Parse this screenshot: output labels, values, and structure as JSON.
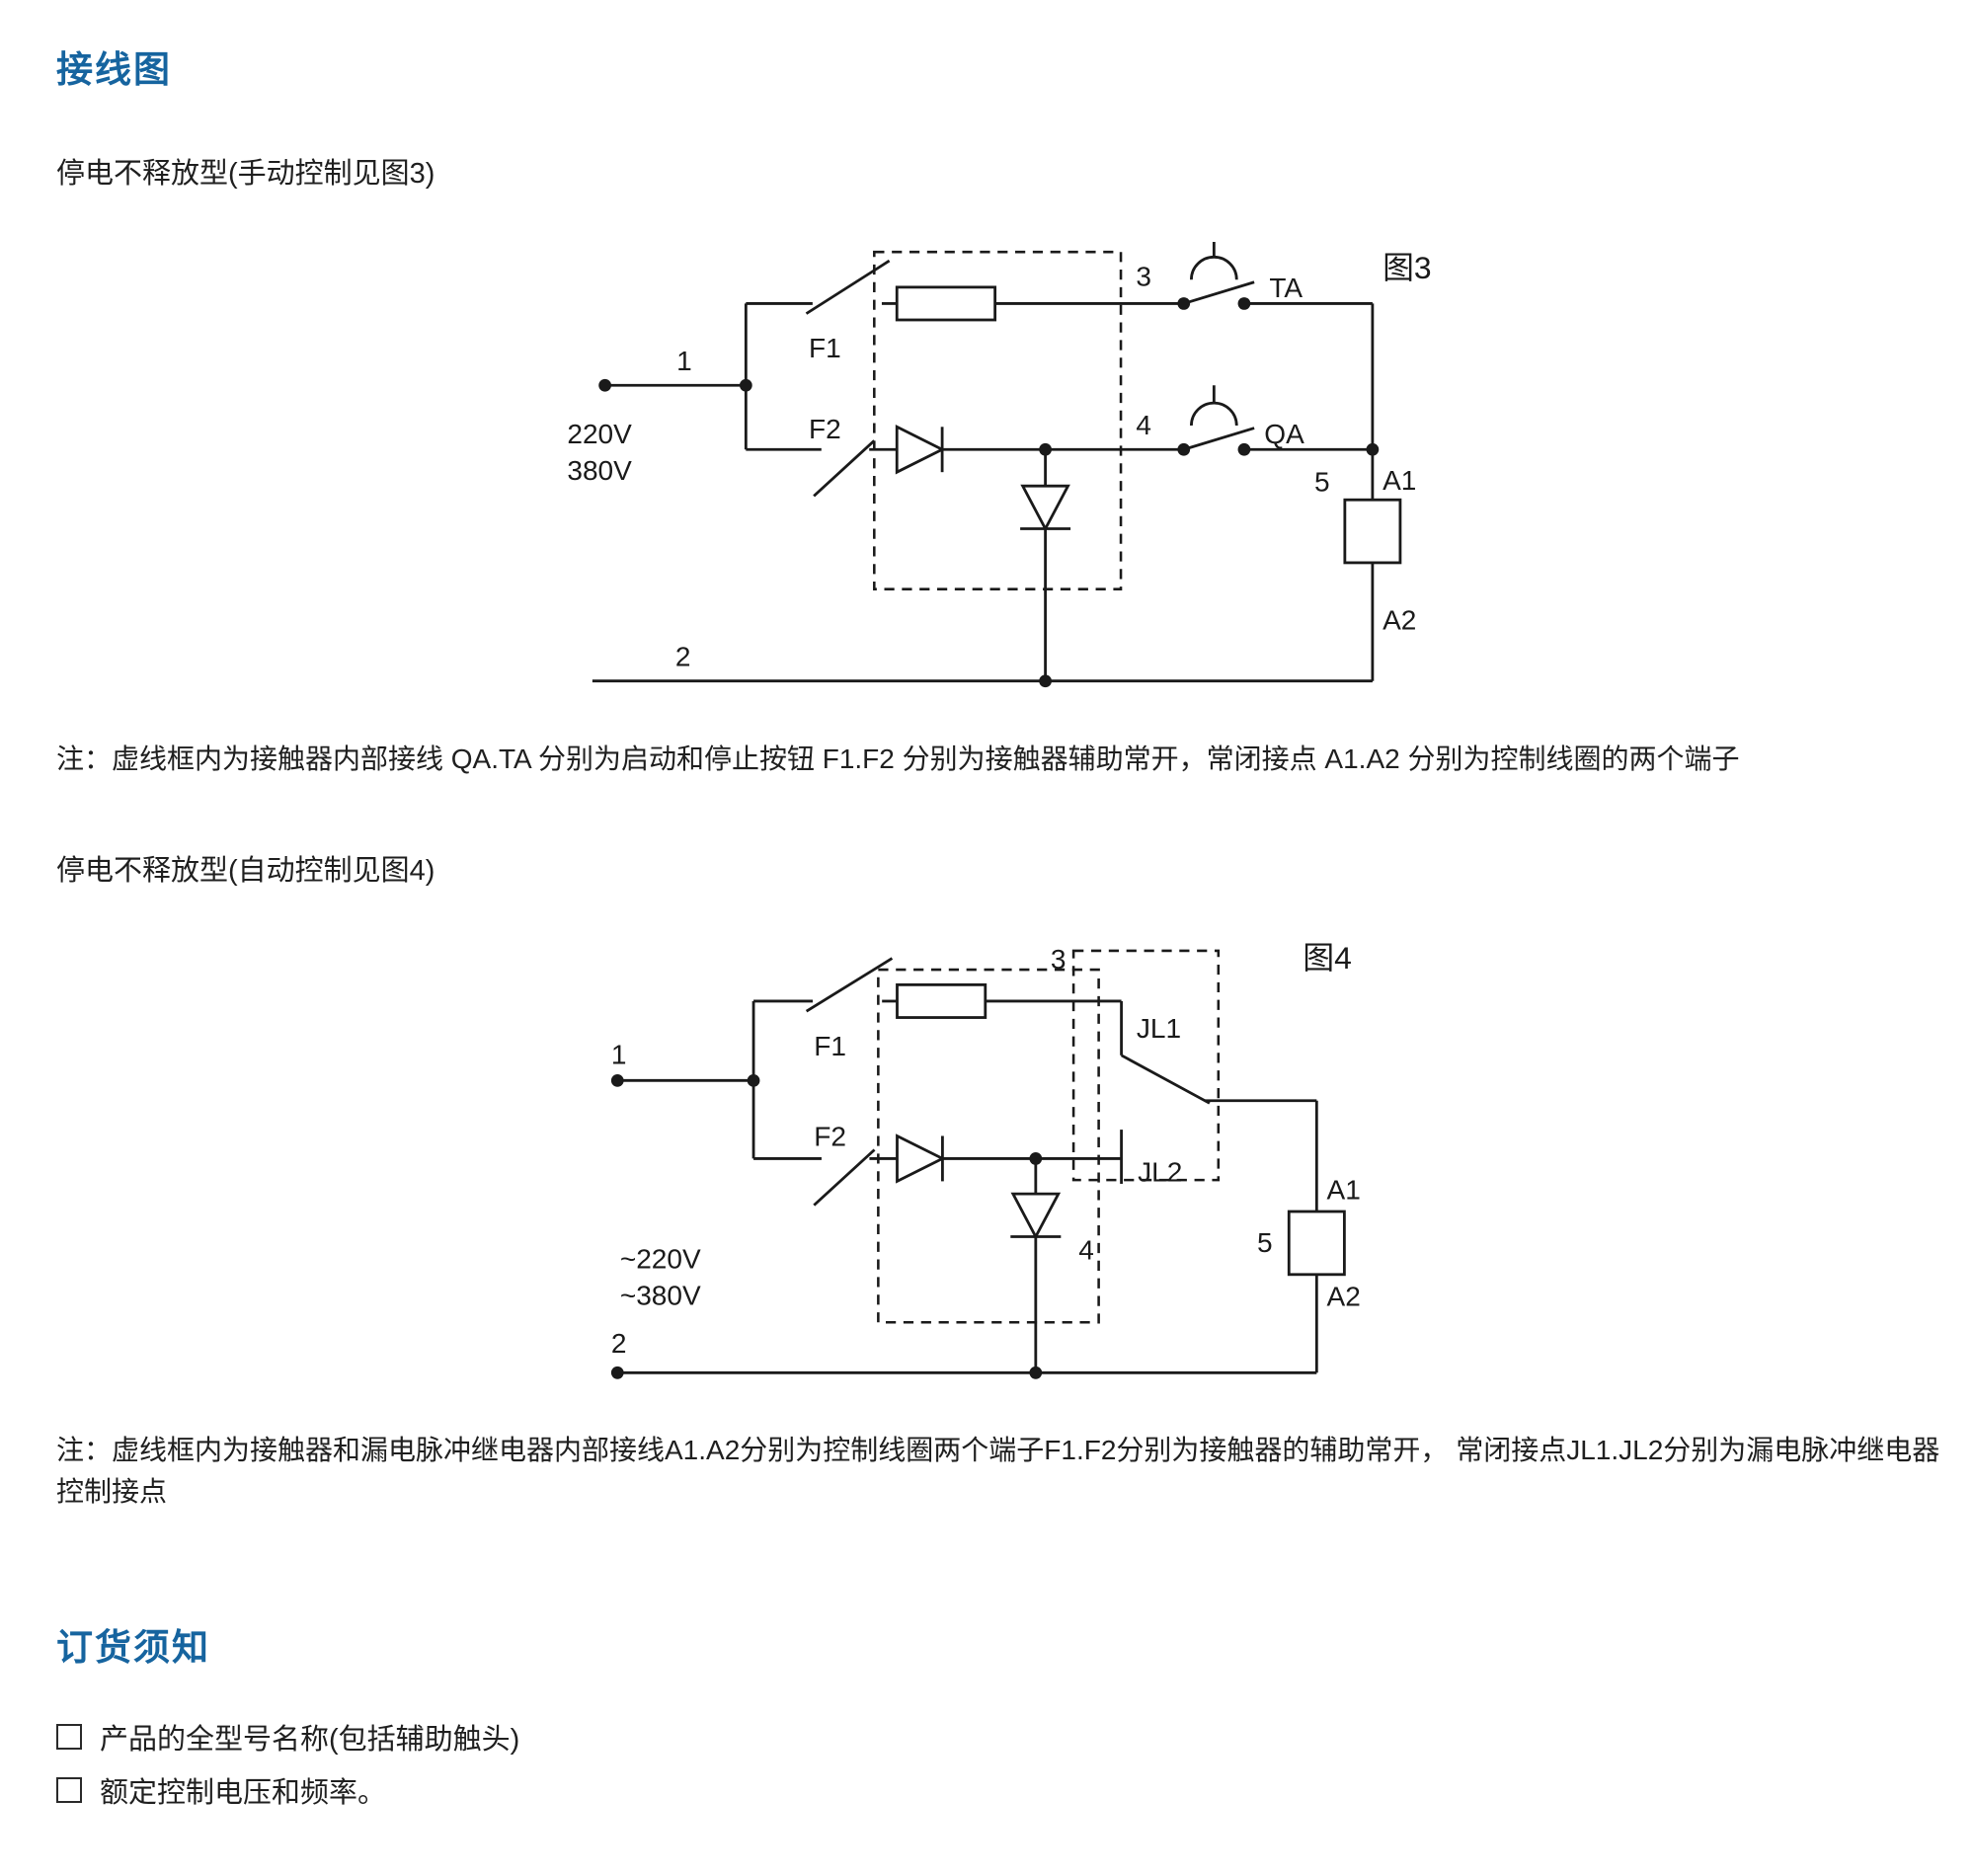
{
  "page": {
    "title": "接线图",
    "accent_color": "#16649f"
  },
  "figure3": {
    "heading": "停电不释放型(手动控制见图3)",
    "caption": "图3",
    "labels": {
      "n1": "1",
      "n2": "2",
      "n3": "3",
      "n4": "4",
      "n5": "5",
      "f1": "F1",
      "f2": "F2",
      "ta": "TA",
      "qa": "QA",
      "a1": "A1",
      "a2": "A2",
      "v220": "220V",
      "v380": "380V"
    },
    "note": "注：虚线框内为接触器内部接线  QA.TA  分别为启动和停止按钮 F1.F2 分别为接触器辅助常开，常闭接点 A1.A2 分别为控制线圈的两个端子"
  },
  "figure4": {
    "heading": "停电不释放型(自动控制见图4)",
    "caption": "图4",
    "labels": {
      "n1": "1",
      "n2": "2",
      "n3": "3",
      "n4": "4",
      "n5": "5",
      "f1": "F1",
      "f2": "F2",
      "jl1": "JL1",
      "jl2": "JL2",
      "a1": "A1",
      "a2": "A2",
      "v220": "~220V",
      "v380": "~380V"
    },
    "note": "注：虚线框内为接触器和漏电脉冲继电器内部接线A1.A2分别为控制线圈两个端子F1.F2分别为接触器的辅助常开， 常闭接点JL1.JL2分别为漏电脉冲继电器控制接点"
  },
  "ordering": {
    "title": "订货须知",
    "items": [
      "产品的全型号名称(包括辅助触头)",
      "额定控制电压和频率。"
    ]
  }
}
